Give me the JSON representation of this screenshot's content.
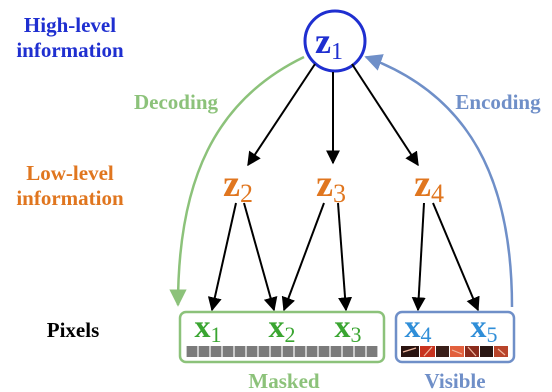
{
  "labels": {
    "high_level": [
      "High-level",
      "information"
    ],
    "low_level": [
      "Low-level",
      "information"
    ],
    "pixels": "Pixels",
    "decoding": "Decoding",
    "encoding": "Encoding",
    "masked": "Masked",
    "visible": "Visible"
  },
  "nodes": {
    "z1": {
      "symbol": "z",
      "sub": "1"
    },
    "z2": {
      "symbol": "z",
      "sub": "2"
    },
    "z3": {
      "symbol": "z",
      "sub": "3"
    },
    "z4": {
      "symbol": "z",
      "sub": "4"
    },
    "x1": {
      "symbol": "x",
      "sub": "1"
    },
    "x2": {
      "symbol": "x",
      "sub": "2"
    },
    "x3": {
      "symbol": "x",
      "sub": "3"
    },
    "x4": {
      "symbol": "x",
      "sub": "4"
    },
    "x5": {
      "symbol": "x",
      "sub": "5"
    }
  },
  "colors": {
    "blue_dark": "#1f2fd0",
    "orange": "#e0761f",
    "green": "#6aa84f",
    "green_light": "#8cc27a",
    "blue_light": "#6f8fc8",
    "x_green": "#3aa531",
    "x_blue": "#2f8ed8",
    "black": "#000000",
    "patch_gray": "#7b7b7b"
  }
}
